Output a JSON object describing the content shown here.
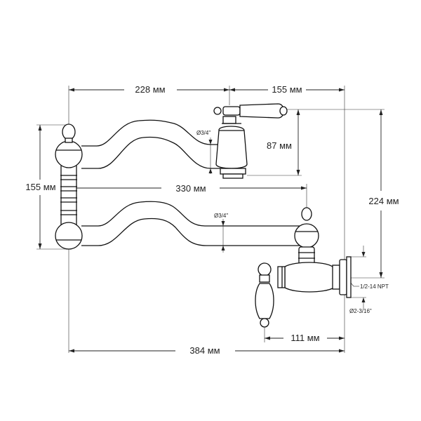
{
  "dimensions": {
    "top_span_left": "228 мм",
    "top_span_right": "155 мм",
    "left_height": "155 мм",
    "valve_height": "87 мм",
    "arm_reach": "330 мм",
    "total_height": "224 мм",
    "inlet_offset": "111 мм",
    "total_length": "384 мм"
  },
  "annotations": {
    "upper_pipe_diameter": "Ø3/4\"",
    "lower_pipe_diameter": "Ø3/4\"",
    "thread_spec": "1/2-14 NPT",
    "flange_diameter": "Ø2-3/16\""
  },
  "colors": {
    "line": "#222222",
    "background": "#ffffff"
  }
}
